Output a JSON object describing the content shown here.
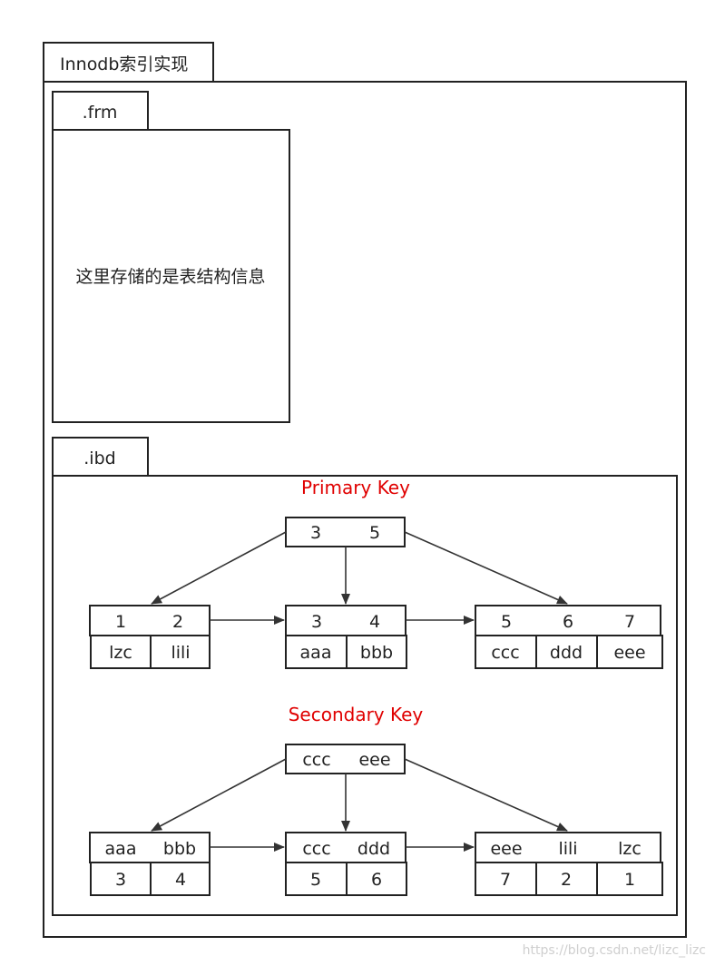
{
  "diagram": {
    "title": "Innodb索引实现",
    "frm": {
      "tab": ".frm",
      "description": "这里存储的是表结构信息"
    },
    "ibd": {
      "tab": ".ibd",
      "primary_key_label": "Primary Key",
      "secondary_key_label": "Secondary Key",
      "primary": {
        "root": [
          "3",
          "5"
        ],
        "leaves": [
          {
            "keys": [
              "1",
              "2"
            ],
            "values": [
              "lzc",
              "lili"
            ]
          },
          {
            "keys": [
              "3",
              "4"
            ],
            "values": [
              "aaa",
              "bbb"
            ]
          },
          {
            "keys": [
              "5",
              "6",
              "7"
            ],
            "values": [
              "ccc",
              "ddd",
              "eee"
            ]
          }
        ]
      },
      "secondary": {
        "root": [
          "ccc",
          "eee"
        ],
        "leaves": [
          {
            "keys": [
              "aaa",
              "bbb"
            ],
            "values": [
              "3",
              "4"
            ]
          },
          {
            "keys": [
              "ccc",
              "ddd"
            ],
            "values": [
              "5",
              "6"
            ]
          },
          {
            "keys": [
              "eee",
              "lili",
              "lzc"
            ],
            "values": [
              "7",
              "2",
              "1"
            ]
          }
        ]
      }
    },
    "watermark": "https://blog.csdn.net/lizc_lizc",
    "colors": {
      "heading": "#e00000",
      "line": "#222222"
    }
  }
}
